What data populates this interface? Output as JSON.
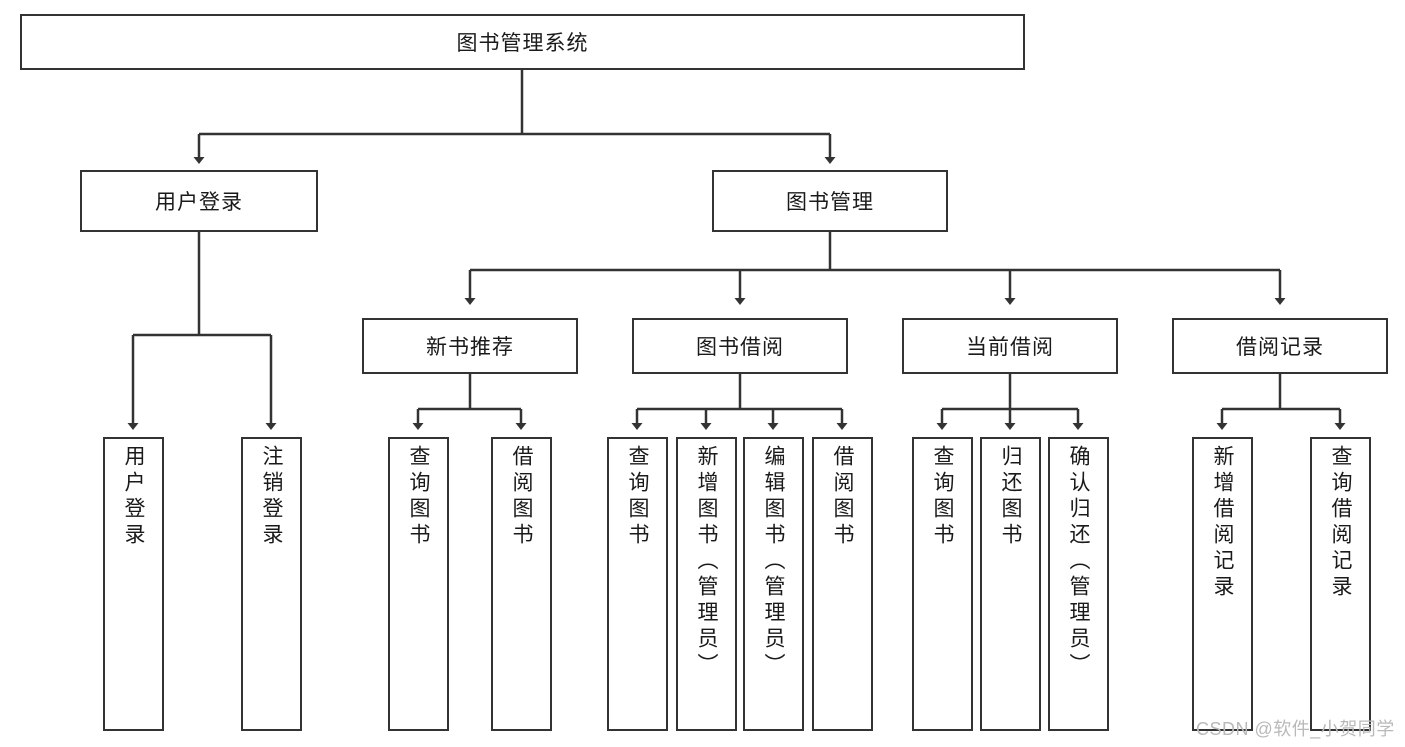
{
  "diagram": {
    "title": "图书管理系统",
    "type": "tree-hierarchy-chart",
    "orientation": "top-down",
    "style": {
      "box_border_color": "#333333",
      "box_fill_color": "#ffffff",
      "edge_color": "#333333",
      "text_color": "#1a1a1a",
      "background": "#ffffff"
    },
    "root": {
      "label": "图书管理系统"
    },
    "level2": [
      {
        "id": "user-login",
        "label": "用户登录"
      },
      {
        "id": "book-management",
        "label": "图书管理"
      }
    ],
    "level3": [
      {
        "id": "new-book-recommend",
        "label": "新书推荐",
        "parent": "book-management"
      },
      {
        "id": "book-borrow",
        "label": "图书借阅",
        "parent": "book-management"
      },
      {
        "id": "current-borrow",
        "label": "当前借阅",
        "parent": "book-management"
      },
      {
        "id": "borrow-record",
        "label": "借阅记录",
        "parent": "book-management"
      }
    ],
    "leaves": {
      "user_login": [
        {
          "id": "leaf-user-login",
          "label": "用户登录"
        },
        {
          "id": "leaf-logout",
          "label": "注销登录"
        }
      ],
      "new_book_recommend": [
        {
          "id": "leaf-query-book-1",
          "label": "查询图书"
        },
        {
          "id": "leaf-borrow-book-1",
          "label": "借阅图书"
        }
      ],
      "book_borrow": [
        {
          "id": "leaf-query-book-2",
          "label": "查询图书"
        },
        {
          "id": "leaf-add-book",
          "label": "新增图书（管理员）"
        },
        {
          "id": "leaf-edit-book",
          "label": "编辑图书（管理员）"
        },
        {
          "id": "leaf-borrow-book-2",
          "label": "借阅图书"
        }
      ],
      "current_borrow": [
        {
          "id": "leaf-query-book-3",
          "label": "查询图书"
        },
        {
          "id": "leaf-return-book",
          "label": "归还图书"
        },
        {
          "id": "leaf-confirm-return",
          "label": "确认归还（管理员）"
        }
      ],
      "borrow_record": [
        {
          "id": "leaf-add-record",
          "label": "新增借阅记录"
        },
        {
          "id": "leaf-query-record",
          "label": "查询借阅记录"
        }
      ]
    }
  },
  "watermark": {
    "text": "CSDN @软件_小贺同学"
  }
}
